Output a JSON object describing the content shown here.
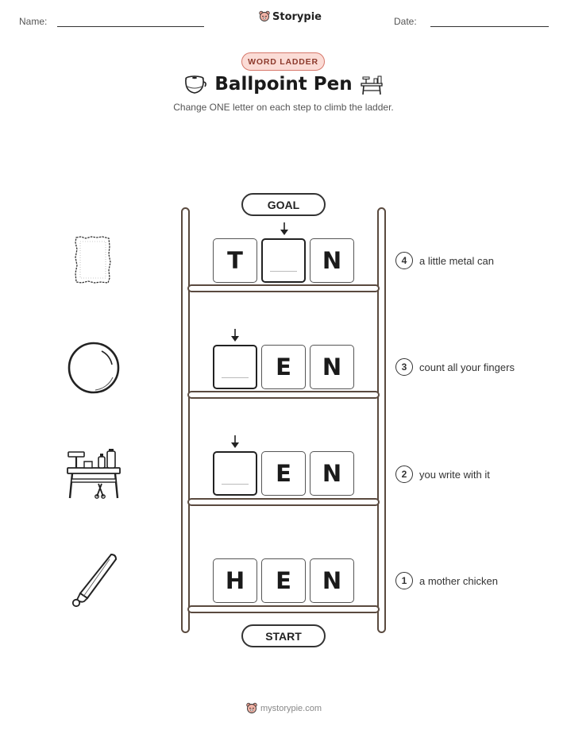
{
  "header": {
    "name_label": "Name:",
    "date_label": "Date:",
    "brand": "Storypie"
  },
  "worksheet": {
    "tag": "WORD LADDER",
    "title": "Ballpoint Pen",
    "instructions": "Change ONE letter on each step to climb the ladder.",
    "title_icons": [
      "pot-icon",
      "workbench-icon"
    ]
  },
  "ladder": {
    "goal_label": "GOAL",
    "start_label": "START",
    "steps": [
      {
        "number": "4",
        "clue": "a little metal can",
        "letters": [
          "T",
          "",
          "N"
        ],
        "picture": "tin-foil-icon"
      },
      {
        "number": "3",
        "clue": "count all your fingers",
        "letters": [
          "",
          "E",
          "N"
        ],
        "picture": "circle-zero-icon"
      },
      {
        "number": "2",
        "clue": "you write with it",
        "letters": [
          "",
          "E",
          "N"
        ],
        "picture": "workbench-icon"
      },
      {
        "number": "1",
        "clue": "a mother chicken",
        "letters": [
          "H",
          "E",
          "N"
        ],
        "picture": "pen-icon"
      }
    ]
  },
  "footer": {
    "site": "mystorypie.com"
  }
}
